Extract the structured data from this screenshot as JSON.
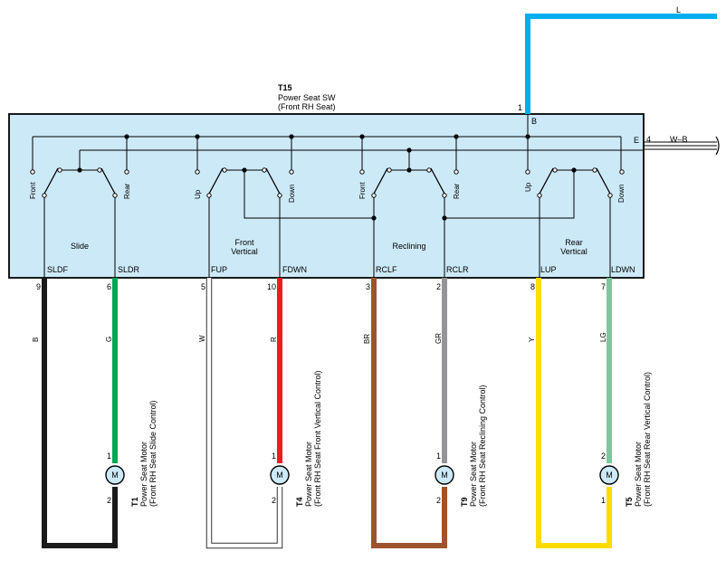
{
  "switch_unit": {
    "id": "T15",
    "name": "Power Seat SW",
    "sub": "(Front RH Seat)",
    "fill": "#cce9f8",
    "pins": [
      {
        "num": "9",
        "label": "SLDF",
        "wire": "B",
        "color": "#1a1a1a"
      },
      {
        "num": "6",
        "label": "SLDR",
        "wire": "G",
        "color": "#00a651"
      },
      {
        "num": "5",
        "label": "FUP",
        "wire": "W",
        "color": "#ffffff"
      },
      {
        "num": "10",
        "label": "FDWN",
        "wire": "R",
        "color": "#ed1c24"
      },
      {
        "num": "3",
        "label": "RCLF",
        "wire": "BR",
        "color": "#a0522d"
      },
      {
        "num": "2",
        "label": "RCLR",
        "wire": "GR",
        "color": "#939598"
      },
      {
        "num": "8",
        "label": "LUP",
        "wire": "Y",
        "color": "#ffdd00"
      },
      {
        "num": "7",
        "label": "LDWN",
        "wire": "LG",
        "color": "#7cc79b"
      }
    ],
    "groups": [
      {
        "name": "Slide",
        "name2": "",
        "left": "Front",
        "right": "Rear"
      },
      {
        "name": "Front",
        "name2": "Vertical",
        "left": "Up",
        "right": "Down"
      },
      {
        "name": "Reclining",
        "name2": "",
        "left": "Front",
        "right": "Rear"
      },
      {
        "name": "Rear",
        "name2": "Vertical",
        "left": "Up",
        "right": "Down"
      }
    ],
    "supply": {
      "pin": "1",
      "term": "B",
      "wire": "L",
      "color": "#00aeef"
    },
    "ground": {
      "pin": "4",
      "term": "E",
      "wire": "W–B"
    }
  },
  "motors": [
    {
      "id": "T1",
      "title": "Power Seat Motor",
      "desc": "(Front RH Seat Slide Control)",
      "top_pin": "1",
      "bottom_pin": "2",
      "symbol": "M"
    },
    {
      "id": "T4",
      "title": "Power Seat Motor",
      "desc": "(Front RH Seat Front Vertical Control)",
      "top_pin": "1",
      "bottom_pin": "2",
      "symbol": "M"
    },
    {
      "id": "T9",
      "title": "Power Seat Motor",
      "desc": "(Front RH Seat Reclining Control)",
      "top_pin": "1",
      "bottom_pin": "2",
      "symbol": "M"
    },
    {
      "id": "T5",
      "title": "Power Seat Motor",
      "desc": "(Front RH Seat Rear Vertical Control)",
      "top_pin": "2",
      "bottom_pin": "1",
      "symbol": "M"
    }
  ]
}
